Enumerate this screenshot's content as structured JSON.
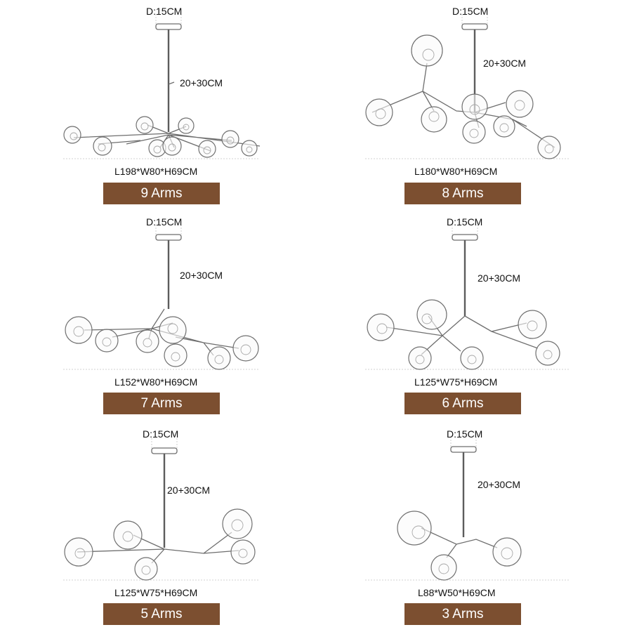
{
  "panels": [
    {
      "diameter": "D:15CM",
      "drop": "20+30CM",
      "size": "L198*W80*H69CM",
      "arms": "9 Arms"
    },
    {
      "diameter": "D:15CM",
      "drop": "20+30CM",
      "size": "L180*W80*H69CM",
      "arms": "8 Arms"
    },
    {
      "diameter": "D:15CM",
      "drop": "20+30CM",
      "size": "L152*W80*H69CM",
      "arms": "7 Arms"
    },
    {
      "diameter": "D:15CM",
      "drop": "20+30CM",
      "size": "L125*W75*H69CM",
      "arms": "6 Arms"
    },
    {
      "diameter": "D:15CM",
      "drop": "20+30CM",
      "size": "L125*W75*H69CM",
      "arms": "5 Arms"
    },
    {
      "diameter": "D:15CM",
      "drop": "20+30CM",
      "size": "L88*W50*H69CM",
      "arms": "3 Arms"
    }
  ],
  "colors": {
    "banner": "#7c4f30",
    "banner_text": "#ffffff",
    "line": "#6e6e6e"
  }
}
